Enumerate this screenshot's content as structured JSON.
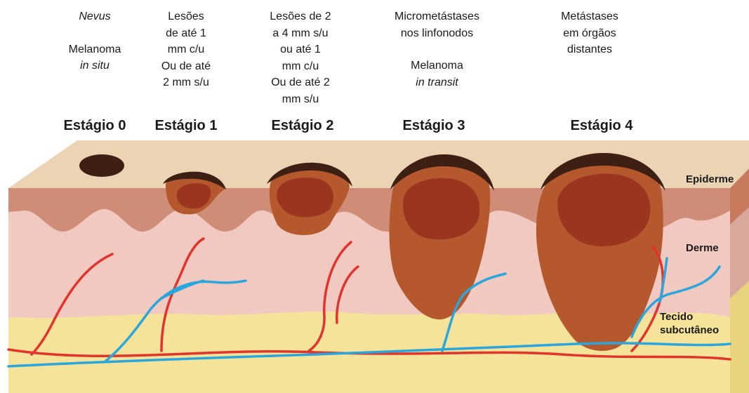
{
  "descriptions": {
    "stage0": {
      "line1": "Nevus",
      "line2": "Melanoma",
      "line3": "in situ"
    },
    "stage1": {
      "lines": [
        "Lesões",
        "de até 1",
        "mm c/u",
        "Ou de até",
        "2 mm s/u"
      ]
    },
    "stage2": {
      "lines": [
        "Lesões de 2",
        "a 4 mm s/u",
        "ou até 1",
        "mm c/u",
        "Ou de até 2",
        "mm s/u"
      ]
    },
    "stage3": {
      "line1": "Micrometástases",
      "line2": "nos linfonodos",
      "line3": "Melanoma",
      "line4": "in transit"
    },
    "stage4": {
      "lines": [
        "Metástases",
        "em órgãos",
        "distantes"
      ]
    }
  },
  "stages": [
    "Estágio 0",
    "Estágio 1",
    "Estágio 2",
    "Estágio 3",
    "Estágio 4"
  ],
  "layers": {
    "epidermis": "Epiderme",
    "dermis": "Derme",
    "subcutaneous_line1": "Tecido",
    "subcutaneous_line2": "subcutâneo"
  },
  "colors": {
    "top_surface": "#ecd3b4",
    "epidermis": "#cf8d78",
    "dermis": "#f2c9c1",
    "subcutaneous": "#f5e39a",
    "lesion": "#b5582e",
    "lesion_core": "#9c3520",
    "lesion_cap": "#3d1f14",
    "artery": "#e0342c",
    "vein": "#2aa6dc"
  }
}
